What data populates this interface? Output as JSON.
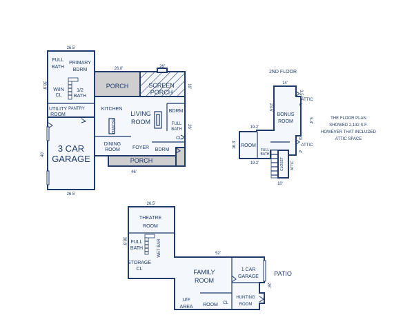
{
  "main_floor": {
    "dim_top": "26.5'",
    "dim_left": "38.8'",
    "dim_porch_top": "26.0'",
    "dim_fireplace": "26'",
    "dim_screen_right": "16'",
    "dim_right": "26'",
    "dim_garage_left": "40'",
    "dim_garage_bottom": "26.5'",
    "dim_porch_bottom": "46'",
    "rooms": {
      "full_bath": [
        "FULL",
        "BATH"
      ],
      "primary_bdrm": [
        "PRIMARY",
        "BDRM"
      ],
      "porch_top": "PORCH",
      "screen_porch": [
        "SCREEN",
        "PORCH"
      ],
      "win_cl": [
        "W/IN",
        "CL"
      ],
      "half_bath": [
        "1/2",
        "BATH"
      ],
      "utility_room": [
        "UTILITY",
        "ROOM"
      ],
      "pantry": "PANTRY",
      "kitchen": "KITCHEN",
      "living_room": [
        "LIVING",
        "ROOM"
      ],
      "bdrm_upper": "BDRM",
      "full_bath_right": [
        "FULL",
        "BATH"
      ],
      "cl": "CL",
      "island": "ISLAND",
      "garage": [
        "3 CAR",
        "GARAGE"
      ],
      "dining_room": [
        "DINING",
        "ROOM"
      ],
      "foyer": "FOYER",
      "bdrm_lower": "BDRM",
      "porch_bottom": "PORCH"
    }
  },
  "second_floor": {
    "title": "2ND FLOOR",
    "dim_top": "14'",
    "dim_left_vertical": "23.5'",
    "dim_right_vertical": "5.4'",
    "dim_mid": "19.2'",
    "dim_room_left": "16.3'",
    "dim_bottom": "19.2'",
    "dim_attic_top": "3.5'",
    "dim_attic_mid": "6'",
    "dim_attic_low": "6'",
    "dim_attic_bottom": "4'",
    "dim_stairs_bottom": "10'",
    "rooms": {
      "bonus_room": [
        "BONUS",
        "ROOM"
      ],
      "room": "ROOM",
      "attic_upper": "ATTIC",
      "attic_lower": "ATTIC",
      "full_bath": [
        "FULL",
        "BATH"
      ],
      "closet": "CLOSET",
      "attic_small": "ATTIC"
    },
    "note_lines": [
      "THE FLOOR PLAN",
      "SHOWED 2,132 S.F.",
      "HOWEVER THAT INCLUDED",
      "ATTIC SPACE"
    ]
  },
  "basement": {
    "dim_top": "26.5'",
    "dim_left": "38.8'",
    "dim_mid": "52'",
    "dim_right": "26'",
    "rooms": {
      "theatre_room": [
        "THEATRE",
        "ROOM"
      ],
      "full_bath": [
        "FULL",
        "BATH"
      ],
      "wet_bar": "WET BAR",
      "storage_cl": [
        "STORAGE",
        "CL"
      ],
      "family_room": [
        "FAMILY",
        "ROOM"
      ],
      "garage": [
        "1 CAR",
        "GARAGE"
      ],
      "patio": "PATIO",
      "uf_area": [
        "U/F",
        "AREA"
      ],
      "room": "ROOM",
      "cl": "CL",
      "hunting_room": [
        "HUNTING",
        "ROOM"
      ]
    }
  }
}
